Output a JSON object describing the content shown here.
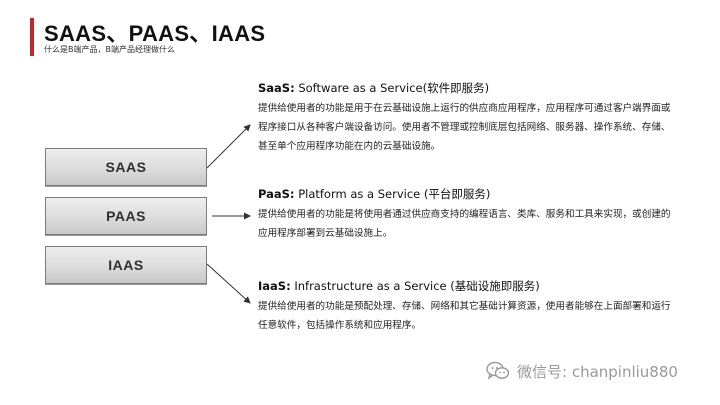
{
  "header": {
    "title": "SAAS、PAAS、IAAS",
    "subtitle": "什么是B端产品，B端产品经理做什么"
  },
  "stack": [
    {
      "label": "SAAS"
    },
    {
      "label": "PAAS"
    },
    {
      "label": "IAAS"
    }
  ],
  "sections": [
    {
      "abbr": "SaaS:",
      "full": "Software as a Service(软件即服务)",
      "body": "提供给使用者的功能是用于在云基础设施上运行的供应商应用程序，应用程序可通过客户端界面或程序接口从各种客户端设备访问。使用者不管理或控制底层包括网络、服务器、操作系统、存储、甚至单个应用程序功能在内的云基础设施。"
    },
    {
      "abbr": "PaaS:",
      "full": "Platform as a Service (平台即服务)",
      "body": "提供给使用者的功能是将使用者通过供应商支持的编程语言、类库、服务和工具来实现，或创建的应用程序部署到云基础设施上。"
    },
    {
      "abbr": "IaaS:",
      "full": "Infrastructure as a Service (基础设施即服务)",
      "body": "提供给使用者的功能是预配处理、存储、网络和其它基础计算资源，使用者能够在上面部署和运行任意软件，包括操作系统和应用程序。"
    }
  ],
  "watermark": {
    "icon": "wechat-icon",
    "text": "微信号: chanpinliu880"
  },
  "colors": {
    "accent": "#c0272d",
    "block_fill": "#dcdcdc",
    "watermark": "#9a9a9a"
  }
}
